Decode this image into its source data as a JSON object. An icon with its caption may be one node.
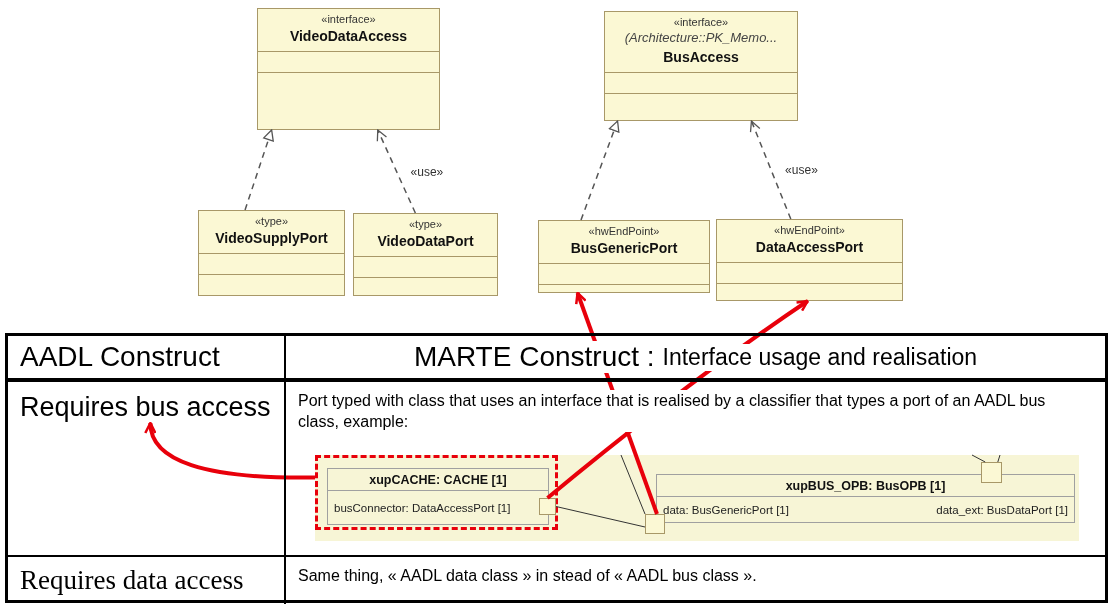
{
  "diagram": {
    "nodes": [
      {
        "text": [
          "«interface»",
          "VideoDataAccess"
        ]
      },
      {
        "text": [
          "«interface»",
          "(Architecture::PK_Memo...",
          "BusAccess"
        ]
      },
      {
        "text": [
          "«type»",
          "VideoSupplyPort"
        ]
      },
      {
        "text": [
          "«type»",
          "VideoDataPort"
        ]
      },
      {
        "text": [
          "«hwEndPoint»",
          "BusGenericPort"
        ]
      },
      {
        "text": [
          "«hwEndPoint»",
          "DataAccessPort"
        ]
      },
      {
        "text": [
          "Requires bus access"
        ]
      },
      {
        "text": [],
        "shape": "box"
      },
      {
        "text": [],
        "shape": "box",
        "in": 7
      },
      {
        "text": [
          "xupCACHE: CACHE [1]",
          "busConnector: DataAccessPort [1]"
        ],
        "in": 8
      },
      {
        "text": [],
        "shape": "box",
        "in": 8
      },
      {
        "text": [
          "xupBUS_OPB: BusOPB [1]",
          "data: BusGenericPort [1]",
          "data_ext: BusDataPort [1]"
        ],
        "in": 7
      },
      {
        "text": [],
        "shape": "box",
        "in": 7
      },
      {
        "text": [],
        "shape": "box",
        "in": 7
      }
    ],
    "edges": [
      {
        "from": 2,
        "to": 0,
        "arrow": "to",
        "style": "dashed"
      },
      {
        "from": 3,
        "to": 0,
        "arrow": "to",
        "style": "dashed",
        "label": "«use»"
      },
      {
        "from": 4,
        "to": 1,
        "arrow": "to",
        "style": "dashed"
      },
      {
        "from": 5,
        "to": 1,
        "arrow": "to",
        "style": "dashed",
        "label": "«use»"
      },
      {
        "from": 8,
        "to": 6,
        "arrow": "to",
        "style": "thick",
        "color": "#e8000b"
      },
      {
        "from": 10,
        "to": 5,
        "arrow": "to",
        "style": "thick",
        "color": "#e8000b"
      },
      {
        "from": 12,
        "to": 4,
        "arrow": "to",
        "style": "thick",
        "color": "#e8000b"
      },
      {
        "from": 10,
        "to": 12,
        "arrow": "none"
      },
      {
        "from": 7,
        "to": 12,
        "arrow": "none"
      },
      {
        "from": 7,
        "to": 13,
        "arrow": "none"
      },
      {
        "from": 7,
        "to": 13,
        "arrow": "none"
      }
    ],
    "labels": [
      "AADL Construct",
      "MARTE Construct :",
      "Interface usage and realisation",
      "Port typed with class that uses an interface that is realised by a classifier that types a port of an AADL bus class, example:",
      "Requires data access",
      "Same thing, « AADL data class » in stead of « AADL bus class »."
    ]
  }
}
